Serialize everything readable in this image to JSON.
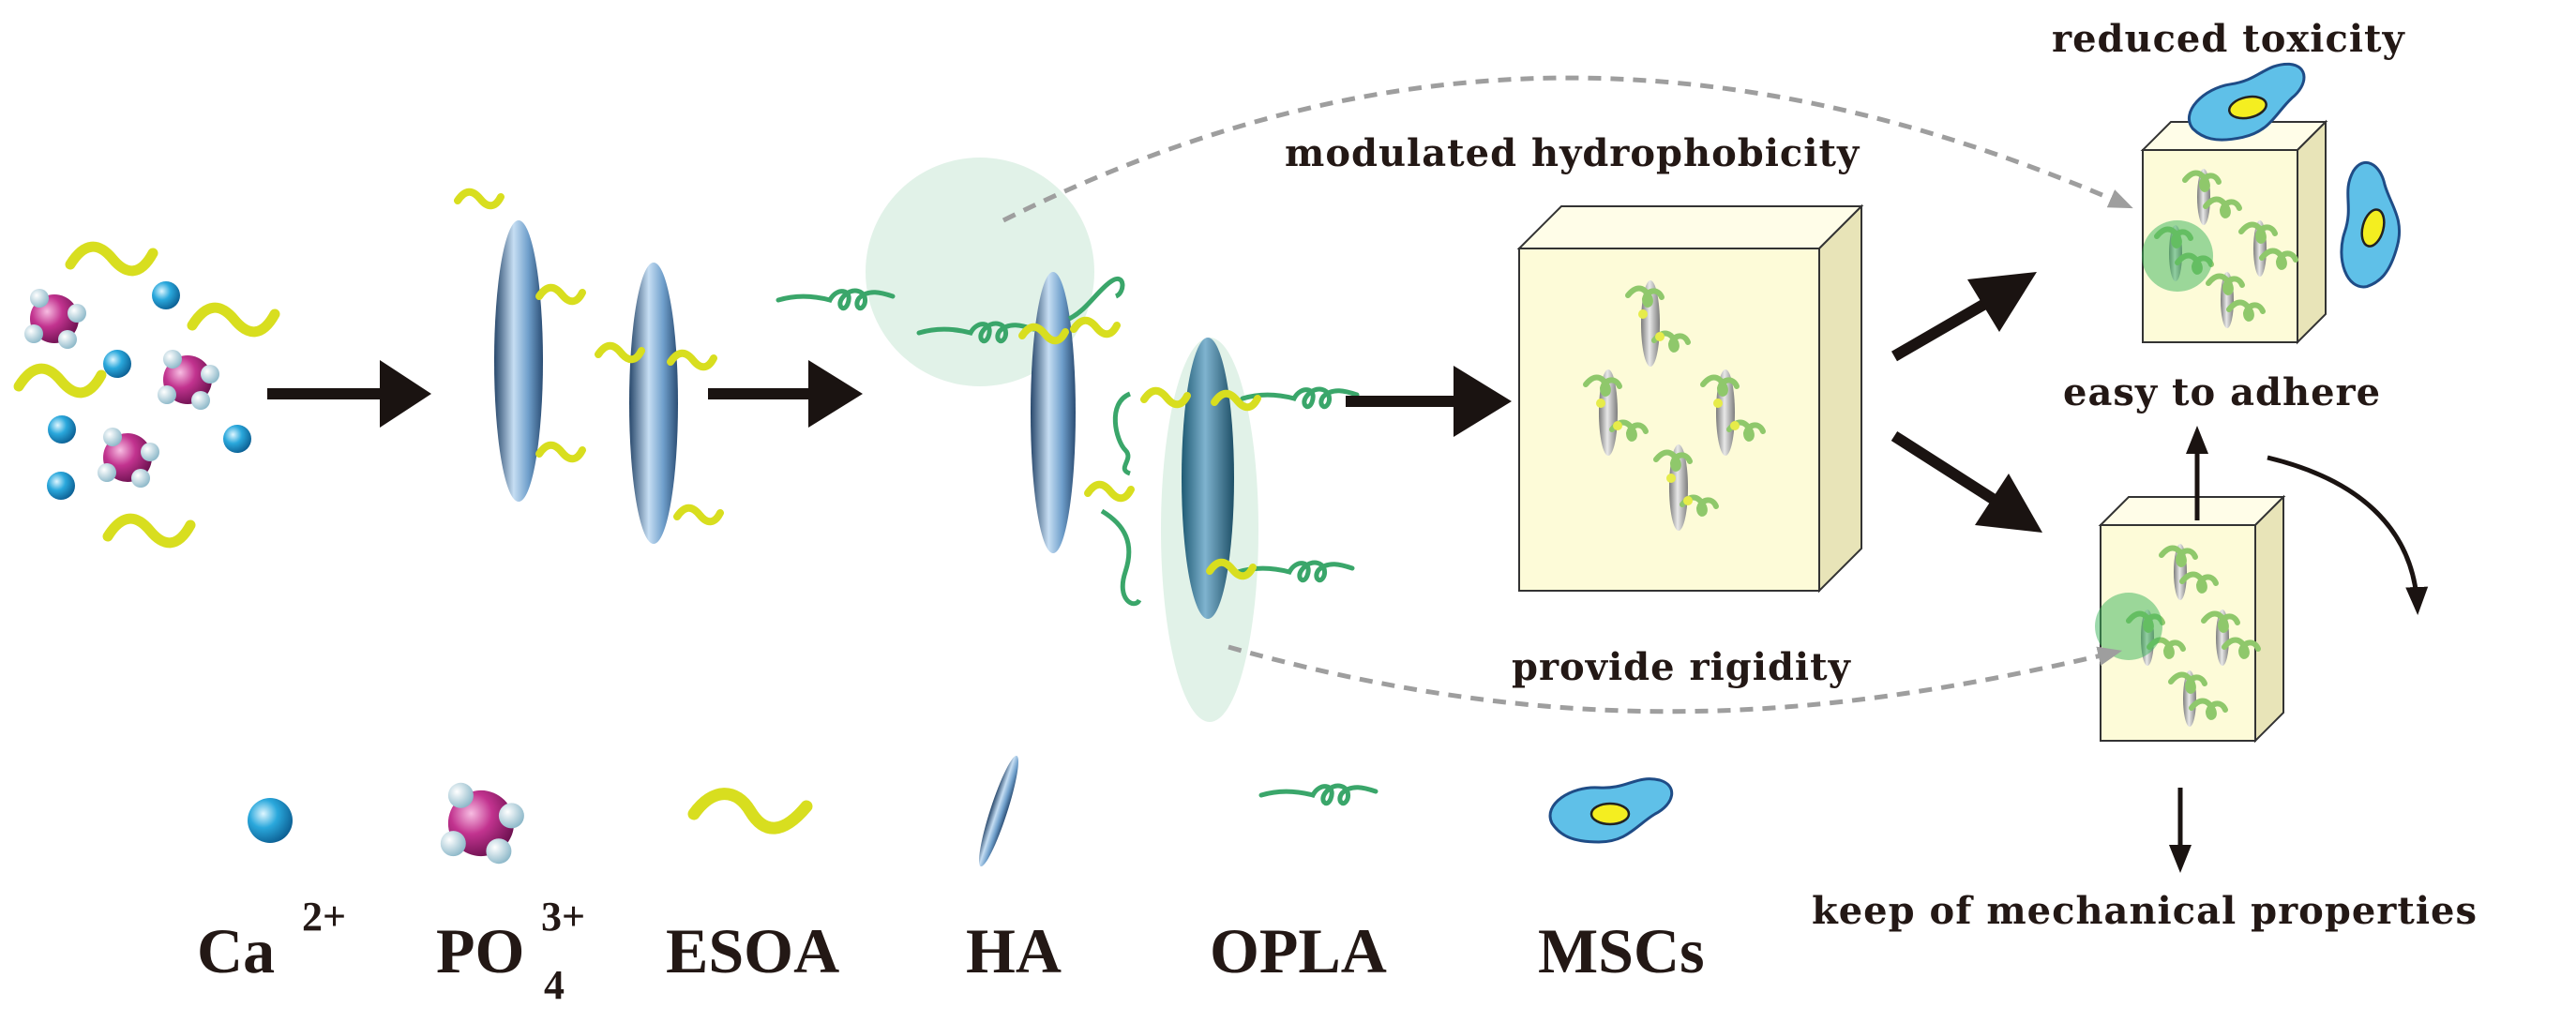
{
  "annotations": {
    "reduced_toxicity": "reduced toxicity",
    "modulated_hydrophobicity": "modulated hydrophobicity",
    "easy_to_adhere": "easy to adhere",
    "provide_rigidity": "provide rigidity",
    "keep_mechanical": "keep of mechanical properties"
  },
  "legend": {
    "ca_base": "Ca",
    "ca_charge": "2+",
    "po_base": "PO",
    "po_sub": "4",
    "po_charge": "3+",
    "esoa": "ESOA",
    "ha": "HA",
    "opla": "OPLA",
    "mscs": "MSCs"
  },
  "colors": {
    "ca_ion": "#2aa8dc",
    "phosphate": "#c2338f",
    "esoa_chain": "#d8de1f",
    "opla_chain": "#3aa66a",
    "ha_crystal": "#4c7fae",
    "msc_cell": "#5fc0e8",
    "scaffold": "#fdfbd8",
    "arrow": "#1a1311",
    "dashed": "#9e9e9e"
  }
}
